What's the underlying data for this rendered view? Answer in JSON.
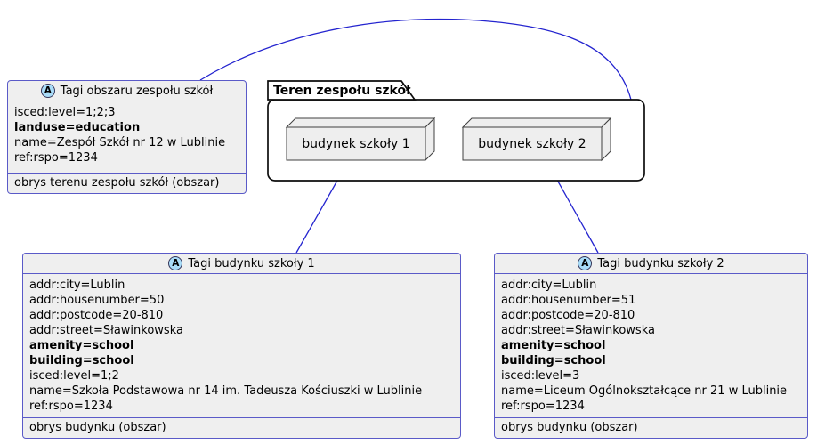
{
  "colors": {
    "class_fill": "#EFEFEF",
    "class_border": "#5A5AC8",
    "package_fill": "#FFFFFF",
    "package_border": "#0D0D0D",
    "node_fill": "#EEEEEE",
    "node_border": "#404040",
    "connector": "#2424CF",
    "abstract_icon_fill": "#A9DCF8",
    "abstract_icon_ring": "#36365A"
  },
  "area_box": {
    "icon_letter": "A",
    "title": "Tagi obszaru zespołu szkół",
    "lines": [
      {
        "text": "isced:level=1;2;3",
        "bold": false
      },
      {
        "text": "landuse=education",
        "bold": true
      },
      {
        "text": "name=Zespół Szkół nr 12 w Lublinie",
        "bold": false
      },
      {
        "text": "ref:rspo=1234",
        "bold": false
      }
    ],
    "footer": "obrys terenu zespołu szkół (obszar)"
  },
  "package": {
    "title": "Teren zespołu szkół",
    "node1_label": "budynek szkoły 1",
    "node2_label": "budynek szkoły 2"
  },
  "building1_box": {
    "icon_letter": "A",
    "title": "Tagi budynku szkoły 1",
    "lines": [
      {
        "text": "addr:city=Lublin",
        "bold": false
      },
      {
        "text": "addr:housenumber=50",
        "bold": false
      },
      {
        "text": "addr:postcode=20-810",
        "bold": false
      },
      {
        "text": "addr:street=Sławinkowska",
        "bold": false
      },
      {
        "text": "amenity=school",
        "bold": true
      },
      {
        "text": "building=school",
        "bold": true
      },
      {
        "text": "isced:level=1;2",
        "bold": false
      },
      {
        "text": "name=Szkoła Podstawowa nr 14 im. Tadeusza Kościuszki w Lublinie",
        "bold": false
      },
      {
        "text": "ref:rspo=1234",
        "bold": false
      }
    ],
    "footer": "obrys budynku (obszar)"
  },
  "building2_box": {
    "icon_letter": "A",
    "title": "Tagi budynku szkoły 2",
    "lines": [
      {
        "text": "addr:city=Lublin",
        "bold": false
      },
      {
        "text": "addr:housenumber=51",
        "bold": false
      },
      {
        "text": "addr:postcode=20-810",
        "bold": false
      },
      {
        "text": "addr:street=Sławinkowska",
        "bold": false
      },
      {
        "text": "amenity=school",
        "bold": true
      },
      {
        "text": "building=school",
        "bold": true
      },
      {
        "text": "isced:level=3",
        "bold": false
      },
      {
        "text": "name=Liceum Ogólnokształcące nr 21 w Lublinie",
        "bold": false
      },
      {
        "text": "ref:rspo=1234",
        "bold": false
      }
    ],
    "footer": "obrys budynku (obszar)"
  }
}
